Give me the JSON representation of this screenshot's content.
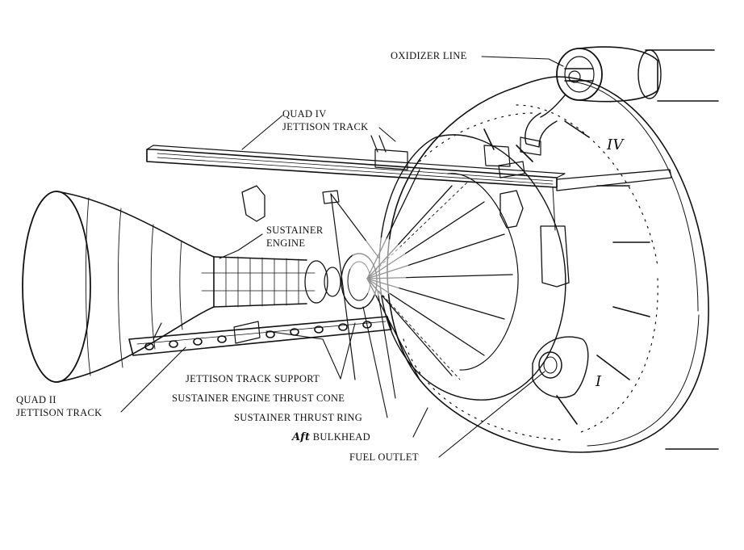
{
  "labels": {
    "oxidizer_line": "OXIDIZER LINE",
    "quad_iv_line1": "QUAD IV",
    "quad_iv_line2": "JETTISON TRACK",
    "sustainer_line1": "SUSTAINER",
    "sustainer_line2": "ENGINE",
    "jettison_support": "JETTISON TRACK SUPPORT",
    "thrust_cone": "SUSTAINER ENGINE THRUST CONE",
    "thrust_ring": "SUSTAINER THRUST RING",
    "aft_prefix": "Aft",
    "aft_suffix": "BULKHEAD",
    "fuel_outlet": "FUEL OUTLET",
    "quad_ii_line1": "QUAD II",
    "quad_ii_line2": "JETTISON TRACK"
  },
  "quadrant_marks": {
    "iv": "IV",
    "i": "I"
  }
}
